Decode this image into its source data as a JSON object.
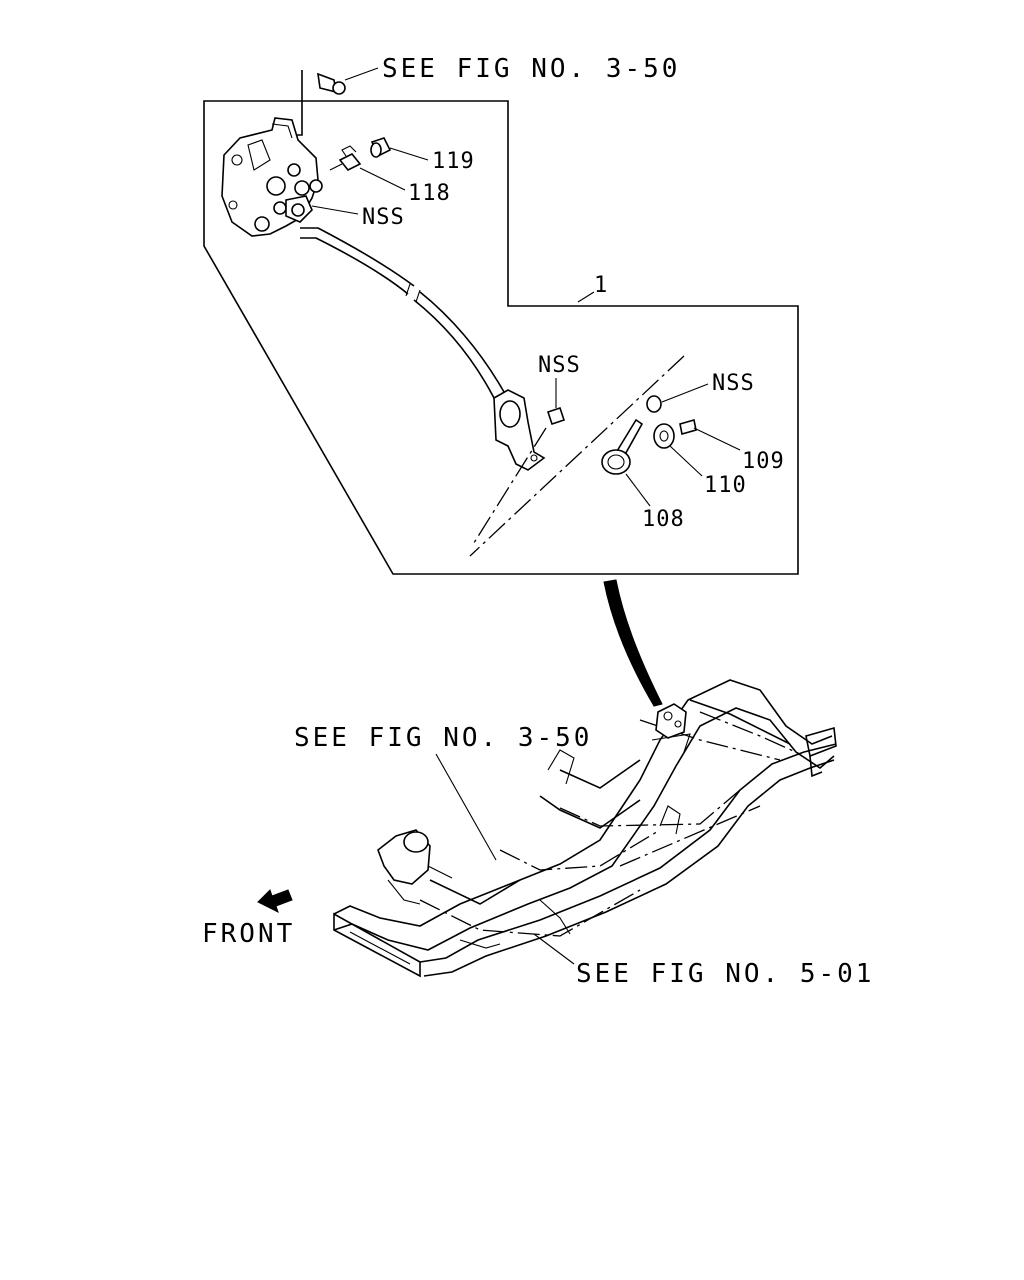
{
  "callouts": {
    "top_ref": "SEE FIG NO. 3-50",
    "item_1": "1",
    "item_119": "119",
    "item_118": "118",
    "nss_upper": "NSS",
    "nss_mount": "NSS",
    "nss_right": "NSS",
    "item_109": "109",
    "item_110": "110",
    "item_108": "108",
    "frame_ref_3_50": "SEE FIG NO. 3-50",
    "frame_ref_5_01": "SEE FIG NO. 5-01",
    "front": "FRONT"
  },
  "icons": {
    "front_arrow": "arrow-down-left-icon"
  }
}
